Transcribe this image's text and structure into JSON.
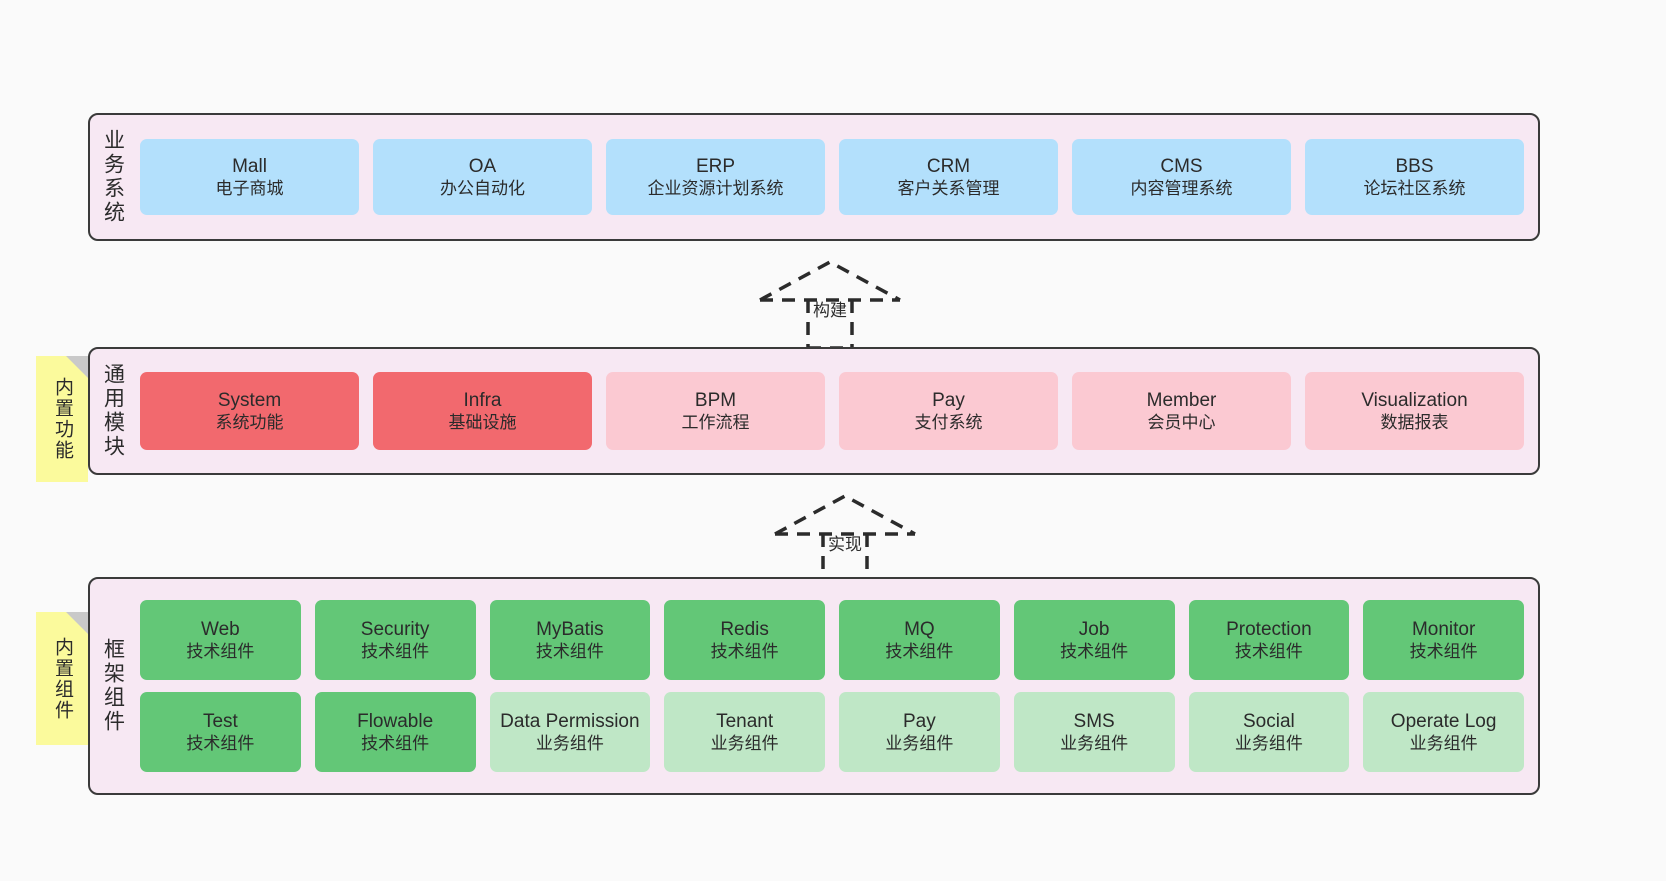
{
  "diagram": {
    "background_color": "#fafafa",
    "layer_fill": "#f7e8f3",
    "layer_border": "#3a3a3a",
    "sticky_color": "#fbfa9c"
  },
  "layers": [
    {
      "id": "business-system",
      "title": "业务系统",
      "sticky": null,
      "rows": [
        {
          "nodes": [
            {
              "title": "Mall",
              "sub": "电子商城",
              "color": "blue",
              "color_hex": "#b3e0fc"
            },
            {
              "title": "OA",
              "sub": "办公自动化",
              "color": "blue",
              "color_hex": "#b3e0fc"
            },
            {
              "title": "ERP",
              "sub": "企业资源计划系统",
              "color": "blue",
              "color_hex": "#b3e0fc"
            },
            {
              "title": "CRM",
              "sub": "客户关系管理",
              "color": "blue",
              "color_hex": "#b3e0fc"
            },
            {
              "title": "CMS",
              "sub": "内容管理系统",
              "color": "blue",
              "color_hex": "#b3e0fc"
            },
            {
              "title": "BBS",
              "sub": "论坛社区系统",
              "color": "blue",
              "color_hex": "#b3e0fc"
            }
          ]
        }
      ]
    },
    {
      "id": "common-module",
      "title": "通用模块",
      "sticky": "内置功能",
      "rows": [
        {
          "nodes": [
            {
              "title": "System",
              "sub": "系统功能",
              "color": "red",
              "color_hex": "#f2696e"
            },
            {
              "title": "Infra",
              "sub": "基础设施",
              "color": "red",
              "color_hex": "#f2696e"
            },
            {
              "title": "BPM",
              "sub": "工作流程",
              "color": "pink",
              "color_hex": "#fbc9d2"
            },
            {
              "title": "Pay",
              "sub": "支付系统",
              "color": "pink",
              "color_hex": "#fbc9d2"
            },
            {
              "title": "Member",
              "sub": "会员中心",
              "color": "pink",
              "color_hex": "#fbc9d2"
            },
            {
              "title": "Visualization",
              "sub": "数据报表",
              "color": "pink",
              "color_hex": "#fbc9d2"
            }
          ]
        }
      ]
    },
    {
      "id": "framework-component",
      "title": "框架组件",
      "sticky": "内置组件",
      "rows": [
        {
          "nodes": [
            {
              "title": "Web",
              "sub": "技术组件",
              "color": "green",
              "color_hex": "#63c777"
            },
            {
              "title": "Security",
              "sub": "技术组件",
              "color": "green",
              "color_hex": "#63c777"
            },
            {
              "title": "MyBatis",
              "sub": "技术组件",
              "color": "green",
              "color_hex": "#63c777"
            },
            {
              "title": "Redis",
              "sub": "技术组件",
              "color": "green",
              "color_hex": "#63c777"
            },
            {
              "title": "MQ",
              "sub": "技术组件",
              "color": "green",
              "color_hex": "#63c777"
            },
            {
              "title": "Job",
              "sub": "技术组件",
              "color": "green",
              "color_hex": "#63c777"
            },
            {
              "title": "Protection",
              "sub": "技术组件",
              "color": "green",
              "color_hex": "#63c777"
            },
            {
              "title": "Monitor",
              "sub": "技术组件",
              "color": "green",
              "color_hex": "#63c777"
            }
          ]
        },
        {
          "nodes": [
            {
              "title": "Test",
              "sub": "技术组件",
              "color": "green",
              "color_hex": "#63c777"
            },
            {
              "title": "Flowable",
              "sub": "技术组件",
              "color": "green",
              "color_hex": "#63c777"
            },
            {
              "title": "Data Permission",
              "sub": "业务组件",
              "color": "lightgreen",
              "color_hex": "#bfe7c6",
              "wrap": true
            },
            {
              "title": "Tenant",
              "sub": "业务组件",
              "color": "lightgreen",
              "color_hex": "#bfe7c6"
            },
            {
              "title": "Pay",
              "sub": "业务组件",
              "color": "lightgreen",
              "color_hex": "#bfe7c6"
            },
            {
              "title": "SMS",
              "sub": "业务组件",
              "color": "lightgreen",
              "color_hex": "#bfe7c6"
            },
            {
              "title": "Social",
              "sub": "业务组件",
              "color": "lightgreen",
              "color_hex": "#bfe7c6"
            },
            {
              "title": "Operate Log",
              "sub": "业务组件",
              "color": "lightgreen",
              "color_hex": "#bfe7c6"
            }
          ]
        }
      ]
    }
  ],
  "connectors": [
    {
      "id": "build",
      "label": "构建",
      "from": "common-module",
      "to": "business-system"
    },
    {
      "id": "implement",
      "label": "实现",
      "from": "framework-component",
      "to": "common-module"
    }
  ]
}
